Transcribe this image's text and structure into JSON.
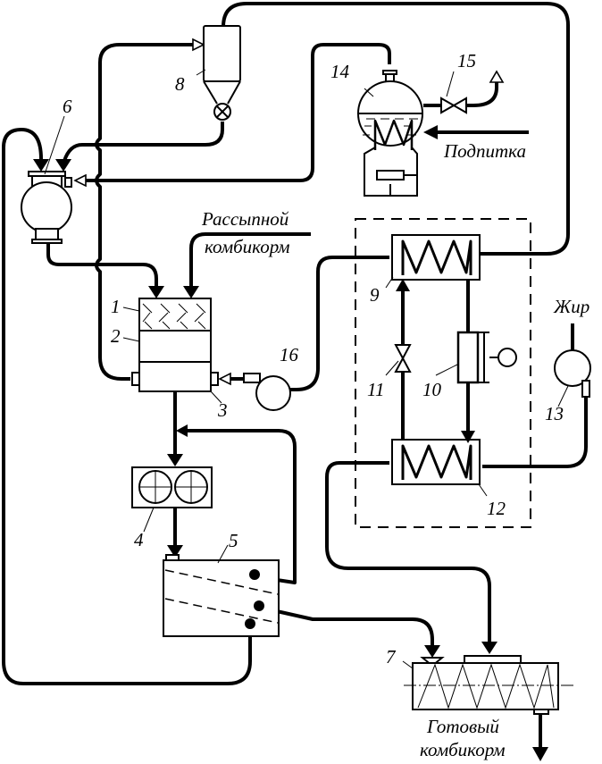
{
  "figure": {
    "type": "process flow diagram",
    "stream_labels": {
      "loose_feed": [
        "Рассыпной",
        "комбикорм"
      ],
      "makeup": "Подпитка",
      "fat": "Жир",
      "finished_feed": [
        "Готовый",
        "комбикорм"
      ]
    },
    "components": [
      {
        "id": "1",
        "label": "1"
      },
      {
        "id": "2",
        "label": "2"
      },
      {
        "id": "3",
        "label": "3"
      },
      {
        "id": "4",
        "label": "4"
      },
      {
        "id": "5",
        "label": "5"
      },
      {
        "id": "6",
        "label": "6"
      },
      {
        "id": "7",
        "label": "7"
      },
      {
        "id": "8",
        "label": "8"
      },
      {
        "id": "9",
        "label": "9"
      },
      {
        "id": "10",
        "label": "10"
      },
      {
        "id": "11",
        "label": "11"
      },
      {
        "id": "12",
        "label": "12"
      },
      {
        "id": "13",
        "label": "13"
      },
      {
        "id": "14",
        "label": "14"
      },
      {
        "id": "15",
        "label": "15"
      },
      {
        "id": "16",
        "label": "16"
      }
    ],
    "colors": {
      "line": "#000000",
      "background": "#ffffff"
    }
  }
}
